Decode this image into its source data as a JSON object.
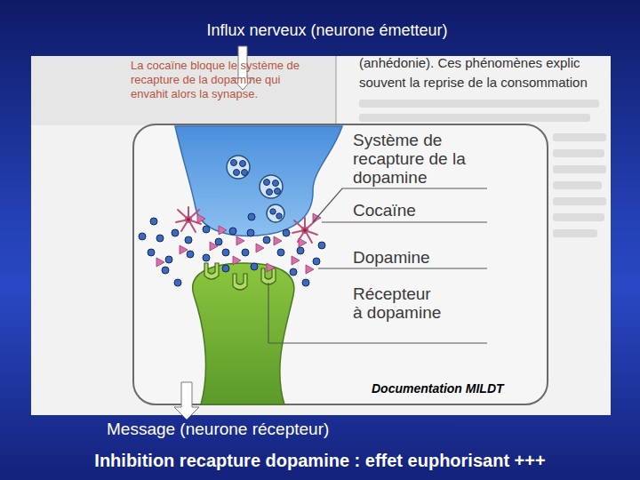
{
  "diagram": {
    "caption": "Inhibition recapture dopamine : effet euphorisant +++",
    "labels": [
      "Influx nerveux (neurone émetteur)",
      "La cocaïne bloque le système de recapture de la dopamine qui envahit alors la synapse.",
      "(anhédonie). Ces phénomènes explic",
      "souvent la reprise de la consommation",
      "Système de recapture de la dopamine",
      "Cocaïne",
      "Dopamine",
      "Récepteur à dopamine",
      "Documentation MILDT",
      "Message (neurone récepteur)"
    ]
  }
}
